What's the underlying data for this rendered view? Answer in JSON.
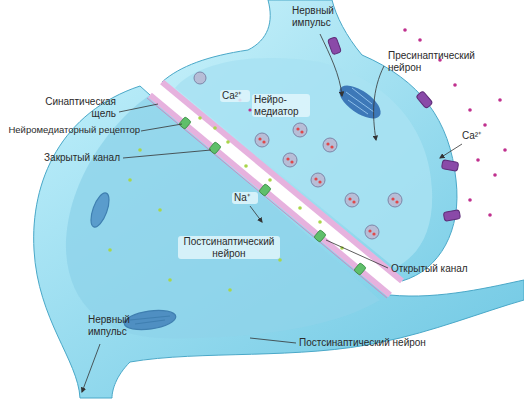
{
  "diagram": {
    "labels": [
      "Нервный импульс",
      "Пресинаптический нейрон",
      "Синаптическая щель",
      "Нейромедиаторный рецептор",
      "Закрытый канал",
      "Ca²⁺",
      "Нейро- медиатор",
      "Ca²⁺",
      "Na⁺",
      "Постсинаптический нейрон",
      "Открытый канал",
      "Нервный импульс",
      "Постсинаптический нейрон"
    ]
  }
}
